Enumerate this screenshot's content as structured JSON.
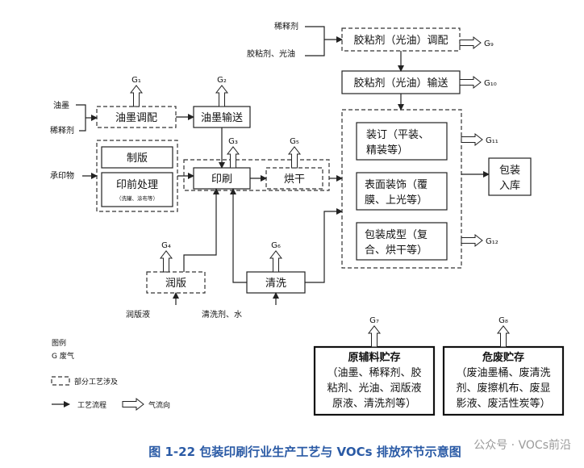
{
  "inputs": {
    "xishi": "稀释剂",
    "jiao_guangyou": "胶粘剂、光油",
    "youmo": "油墨",
    "xishi2": "稀释剂",
    "chengyinwu": "承印物",
    "runban_ye": "润版液",
    "qingxi_ji": "清洗剂、水"
  },
  "process": {
    "jiao_tiaopei": "胶粘剂（光油）调配",
    "jiao_shusong": "胶粘剂（光油）输送",
    "youmo_tiaopei": "油墨调配",
    "youmo_shusong": "油墨输送",
    "zhiban": "制版",
    "yinqian": "印前处理",
    "yinqian_note": "（洗罐、涂布等）",
    "yinshua": "印刷",
    "honggan": "烘干",
    "runban": "润版",
    "qingxi": "清洗",
    "zhuangding_1": "装订（平装、",
    "zhuangding_2": "精装等）",
    "biaomian_1": "表面装饰（覆",
    "biaomian_2": "膜、上光等）",
    "baozhuang_1": "包装成型（复",
    "baozhuang_2": "合、烘干等）",
    "ruku_1": "包装",
    "ruku_2": "入库"
  },
  "storage": {
    "raw_title": "原辅料贮存",
    "raw_1": "（油墨、稀释剂、胶",
    "raw_2": "粘剂、光油、润版液",
    "raw_3": "原液、清洗剂等）",
    "haz_title": "危废贮存",
    "haz_1": "（废油墨桶、废清洗",
    "haz_2": "剂、废擦机布、废显",
    "haz_3": "影液、废活性炭等）"
  },
  "gases": {
    "g1": "G₁",
    "g2": "G₂",
    "g3": "G₃",
    "g4": "G₄",
    "g5": "G₅",
    "g6": "G₆",
    "g7": "G₇",
    "g8": "G₈",
    "g9": "G₉",
    "g10": "G₁₀",
    "g11": "G₁₁",
    "g12": "G₁₂"
  },
  "legend": {
    "title": "图例",
    "gas": "G   废气",
    "partial": "部分工艺涉及",
    "flow": "工艺流程",
    "airflow": "气流向"
  },
  "caption": "图 1-22   包装印刷行业生产工艺与 VOCs 排放环节示意图",
  "watermark": "公众号 · VOCs前沿",
  "colors": {
    "caption": "#2a5aa5",
    "line": "#222222",
    "watermark": "#9a9a9a"
  }
}
